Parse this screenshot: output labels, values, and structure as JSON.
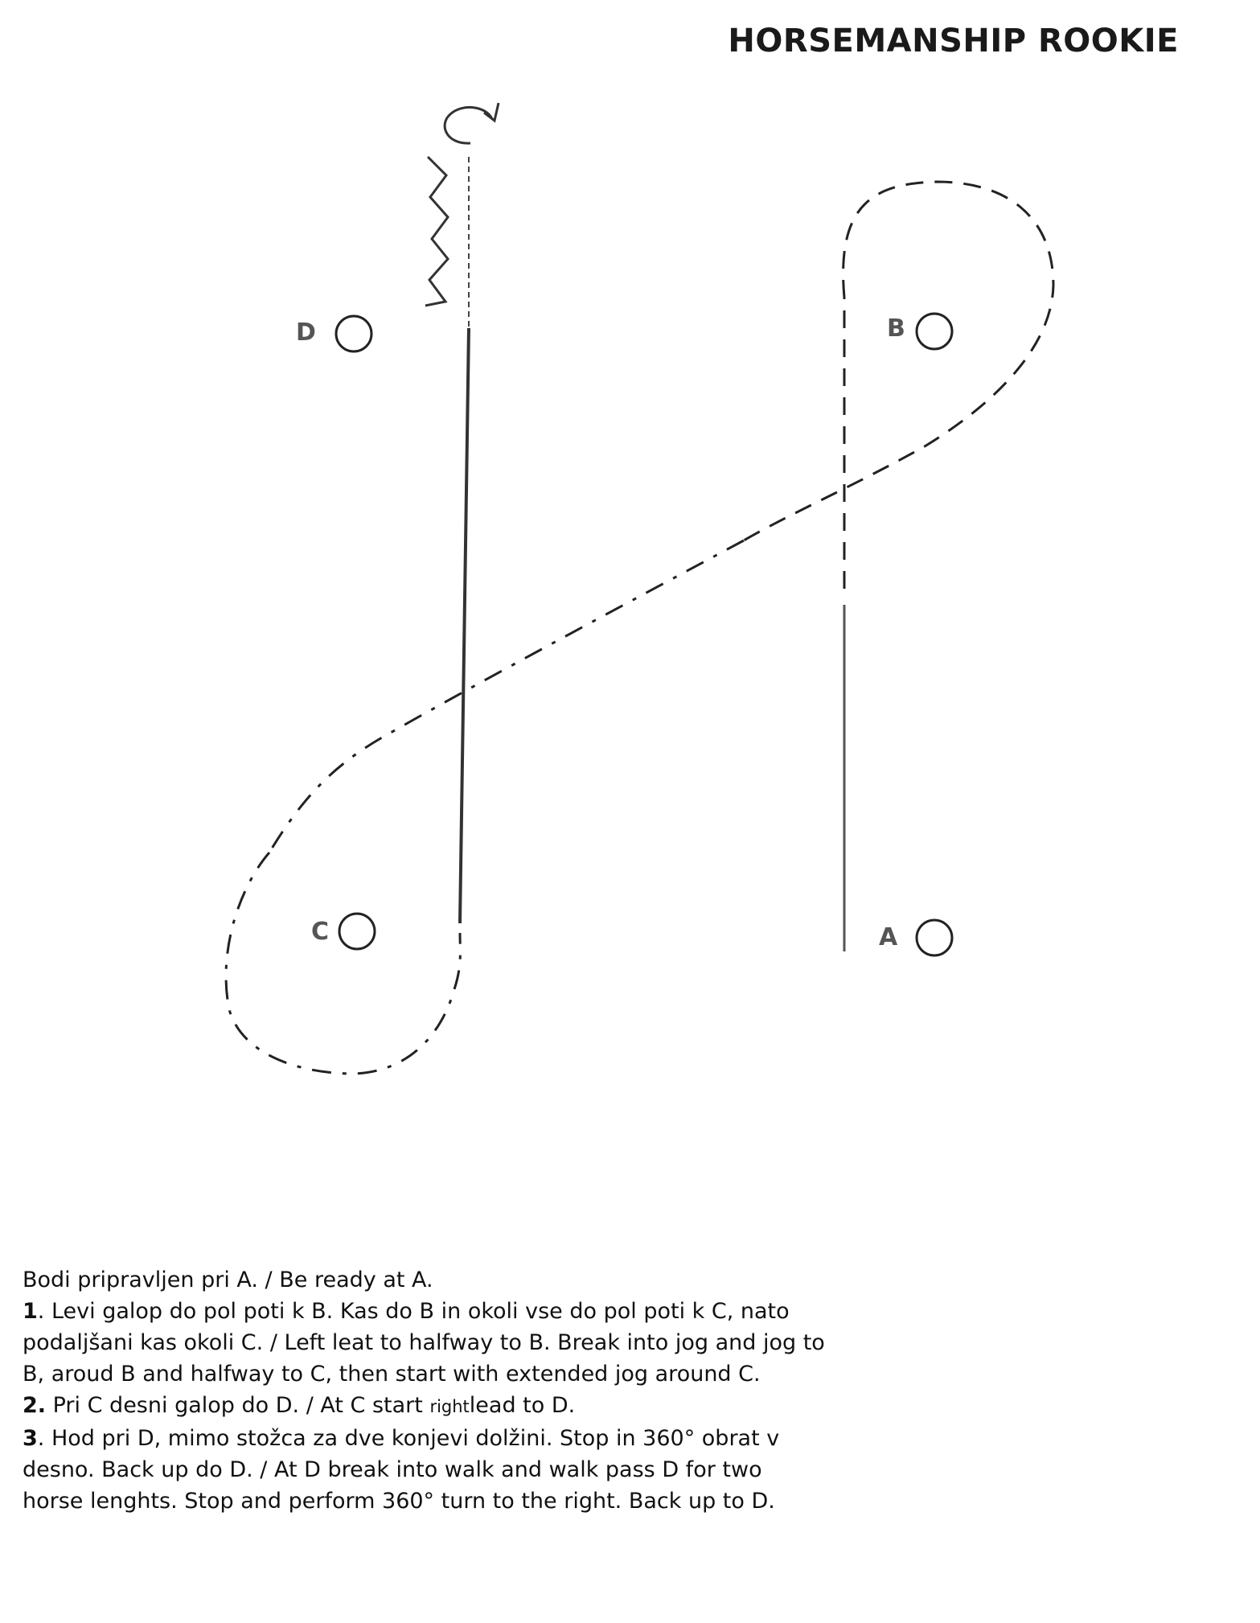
{
  "title": "HORSEMANSHIP ROOKIE",
  "cones": [
    {
      "id": "D",
      "label": "D"
    },
    {
      "id": "B",
      "label": "B"
    },
    {
      "id": "C",
      "label": "C"
    },
    {
      "id": "A",
      "label": "A"
    }
  ],
  "instructions": {
    "ready": "Bodi pripravljen pri A. / Be ready at A.",
    "step1": {
      "number": "1",
      "text": ". Levi galop do pol poti k B. Kas do B in okoli vse do pol poti k C, nato podaljšani kas okoli C. / Left leat to halfway to B. Break into jog and jog to B, aroud B and halfway to C, then start with extended jog around C."
    },
    "step2": {
      "number": "2.",
      "text_before": " Pri C desni galop do D. / At C start",
      "small_word": "right",
      "text_after": "lead to D."
    },
    "step3": {
      "number": "3",
      "text": ". Hod pri D, mimo stožca za dve konjevi dolžini. Stop in 360° obrat v desno. Back up do D. / At D break into walk and walk pass D for two horse lenghts. Stop and perform 360° turn to the right. Back up to D."
    }
  }
}
